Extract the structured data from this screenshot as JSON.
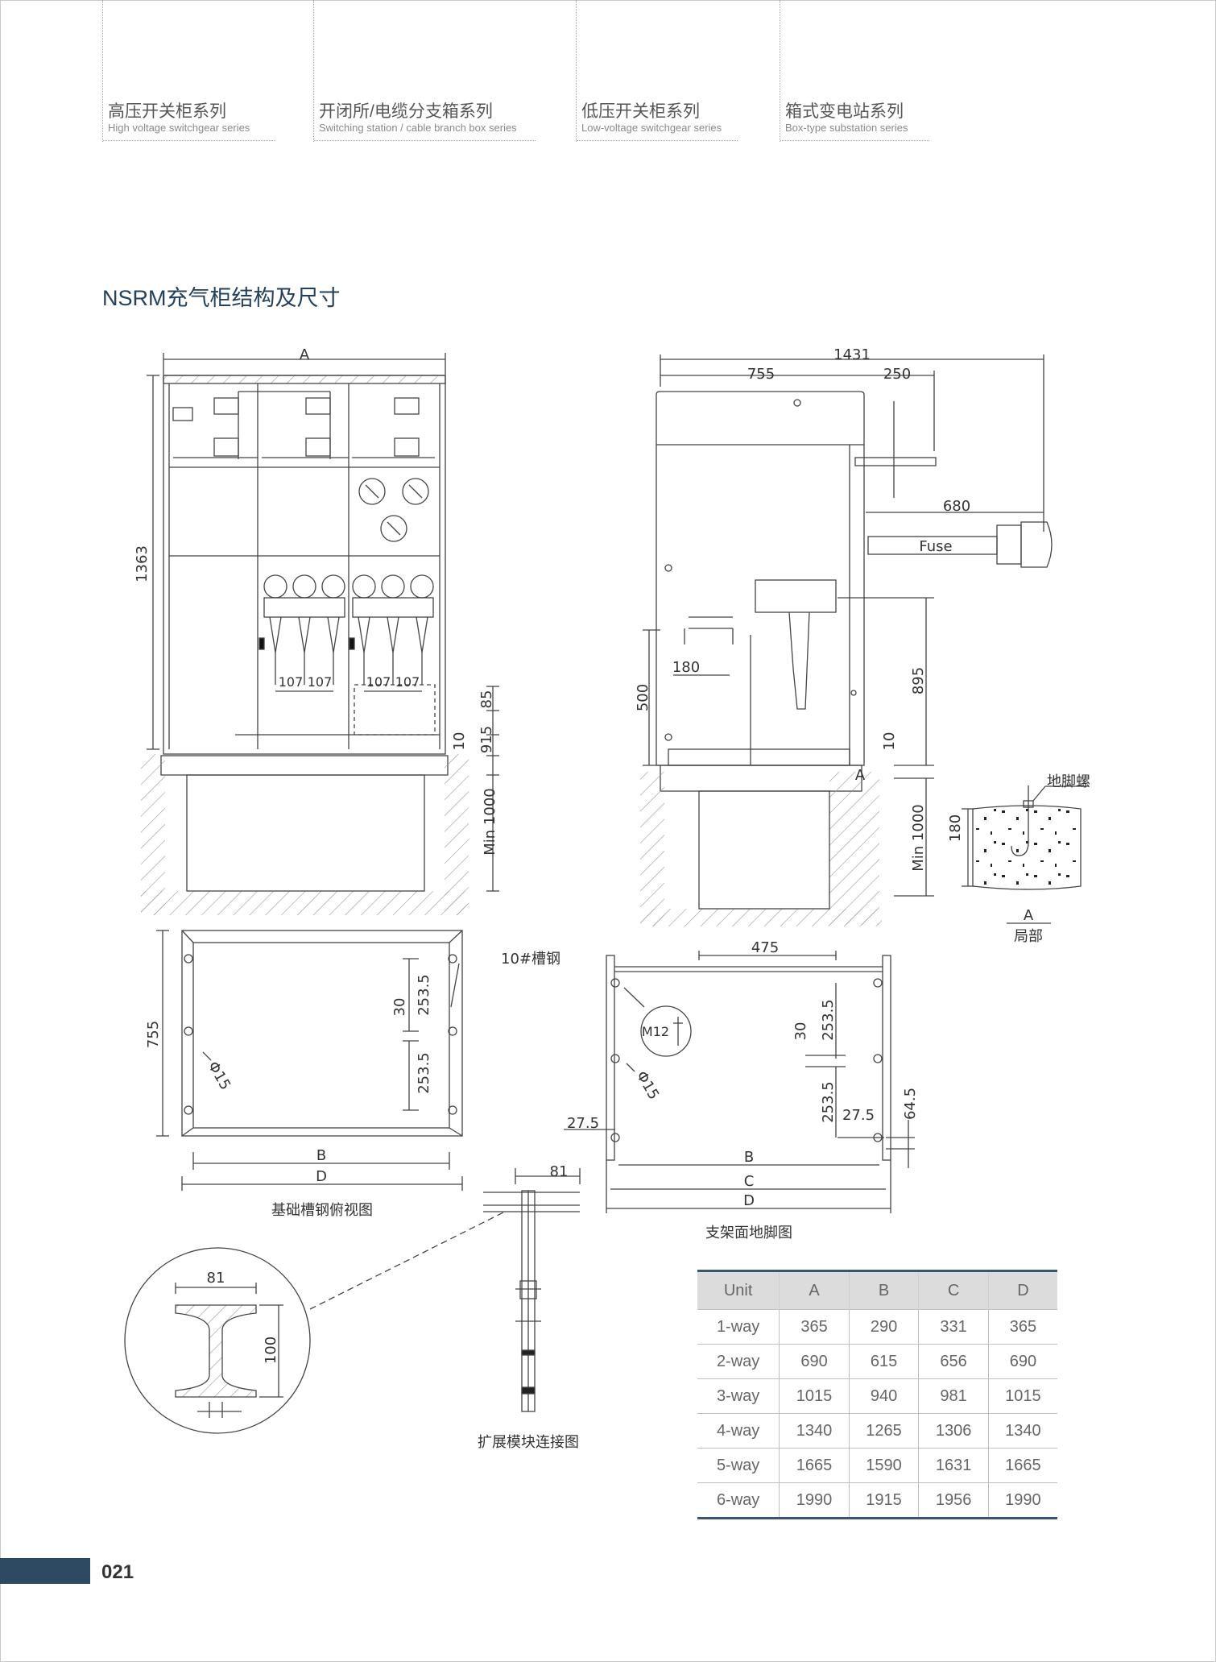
{
  "nav": [
    {
      "zh": "高压开关柜系列",
      "en": "High voltage switchgear series"
    },
    {
      "zh": "开闭所/电缆分支箱系列",
      "en": "Switching station / cable branch box series"
    },
    {
      "zh": "低压开关柜系列",
      "en": "Low-voltage switchgear series"
    },
    {
      "zh": "箱式变电站系列",
      "en": "Box-type substation series"
    }
  ],
  "title": "NSRM充气柜结构及尺寸",
  "front_view": {
    "width_label": "A",
    "height": "1363",
    "fuse_spacing_1": "107",
    "fuse_spacing_2": "107",
    "fuse_spacing_3": "107",
    "fuse_spacing_4": "107",
    "dim_85": "85",
    "dim_10": "10",
    "dim_915": "915",
    "trench_depth": "Min 1000"
  },
  "side_view": {
    "total": "1431",
    "depth": "755",
    "handle": "250",
    "fuse_ext": "680",
    "fuse_label": "Fuse",
    "dim_500": "500",
    "dim_180": "180",
    "dim_895": "895",
    "dim_10": "10",
    "section_mark": "A",
    "trench_depth": "Min 1000"
  },
  "detail_a": {
    "bolt_label": "地脚螺",
    "dim_180": "180",
    "mark": "A",
    "caption": "局部"
  },
  "base_view": {
    "channel_label": "10#槽钢",
    "depth": "755",
    "hole_dia": "Φ15",
    "dim_30": "30",
    "dim_253_5_top": "253.5",
    "dim_253_5_bottom": "253.5",
    "label_b": "B",
    "label_d": "D",
    "caption": "基础槽钢俯视图"
  },
  "support_view": {
    "dim_475": "475",
    "bolt": "M12",
    "hole_dia": "Φ15",
    "dim_30": "30",
    "dim_253_5_top": "253.5",
    "dim_253_5_bottom": "253.5",
    "dim_27_5_left": "27.5",
    "dim_27_5_right": "27.5",
    "dim_64_5": "64.5",
    "label_b": "B",
    "label_c": "C",
    "label_d": "D",
    "caption": "支架面地脚图"
  },
  "ibeam": {
    "width": "81",
    "height": "100"
  },
  "extension": {
    "dim_81": "81",
    "caption": "扩展模块连接图"
  },
  "table": {
    "headers": [
      "Unit",
      "A",
      "B",
      "C",
      "D"
    ],
    "rows": [
      [
        "1-way",
        "365",
        "290",
        "331",
        "365"
      ],
      [
        "2-way",
        "690",
        "615",
        "656",
        "690"
      ],
      [
        "3-way",
        "1015",
        "940",
        "981",
        "1015"
      ],
      [
        "4-way",
        "1340",
        "1265",
        "1306",
        "1340"
      ],
      [
        "5-way",
        "1665",
        "1590",
        "1631",
        "1665"
      ],
      [
        "6-way",
        "1990",
        "1915",
        "1956",
        "1990"
      ]
    ]
  },
  "page_number": "021",
  "colors": {
    "accent": "#2e4a62",
    "title": "#24405a",
    "line": "#444444"
  }
}
